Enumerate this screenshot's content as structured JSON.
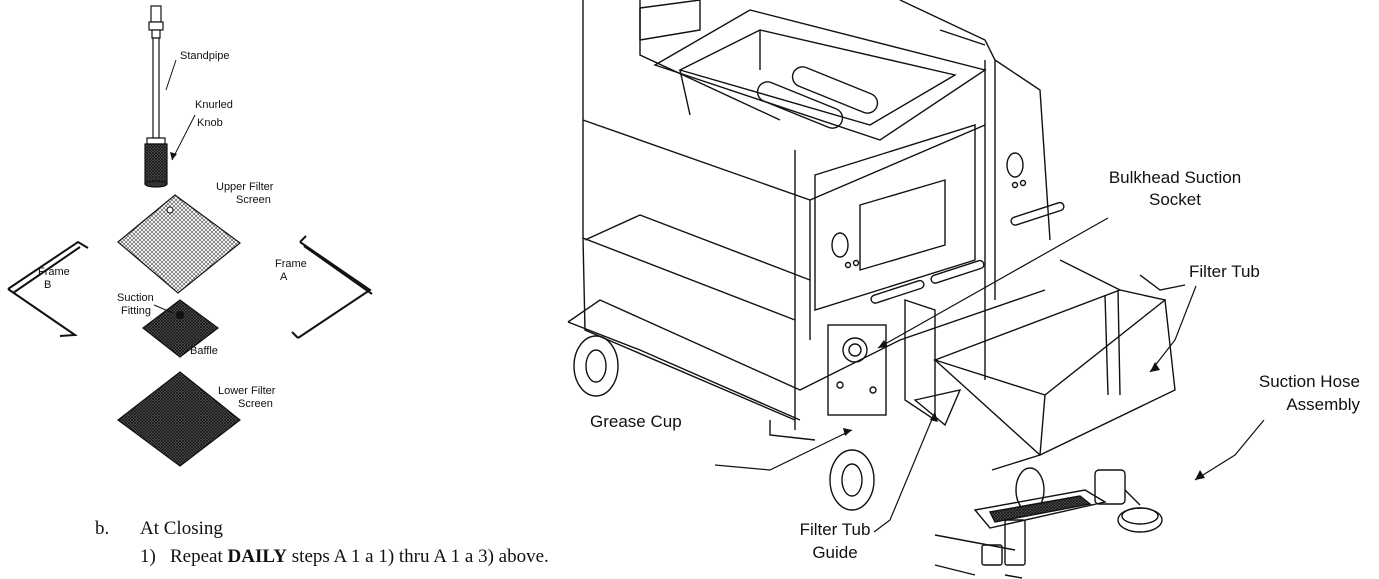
{
  "parts_labels": {
    "standpipe": "Standpipe",
    "knurled_knob": [
      "Knurled",
      "Knob"
    ],
    "upper_filter_screen": [
      "Upper Filter",
      "Screen"
    ],
    "frame_b": [
      "Frame",
      "B"
    ],
    "frame_a": [
      "Frame",
      "A"
    ],
    "suction_fitting": [
      "Suction",
      "Fitting"
    ],
    "baffle": "Baffle",
    "lower_filter_screen": [
      "Lower Filter",
      "Screen"
    ]
  },
  "fryer_labels": {
    "bulkhead_suction_socket": [
      "Bulkhead Suction",
      "Socket"
    ],
    "filter_tub": "Filter Tub",
    "suction_hose_assembly": [
      "Suction Hose",
      "Assembly"
    ],
    "grease_cup": "Grease Cup",
    "filter_tub_guide": [
      "Filter Tub",
      "Guide"
    ]
  },
  "instructions": {
    "b_marker": "b.",
    "b_text": "At Closing",
    "step_marker": "1)",
    "step_pre": "Repeat ",
    "step_bold": "DAILY",
    "step_post": " steps A 1 a 1) thru A 1 a 3) above."
  }
}
